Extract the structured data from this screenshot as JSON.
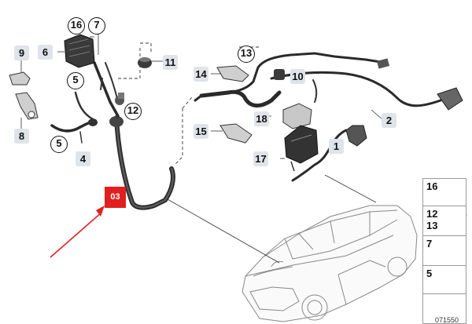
{
  "callouts": {
    "c16": "16",
    "c7a": "7",
    "c6": "6",
    "c9": "9",
    "c11": "11",
    "c5a": "5",
    "c12": "12",
    "c8": "8",
    "c5b": "5",
    "c4": "4",
    "c13": "13",
    "c14": "14",
    "c10": "10",
    "c18": "18",
    "c2": "2",
    "c15": "15",
    "c1": "1",
    "c17": "17"
  },
  "highlight_label": "03",
  "legend": {
    "rows": [
      {
        "nums": [
          "16"
        ],
        "icon": "bolt-cap-icon"
      },
      {
        "nums": [
          "12",
          "13"
        ],
        "icon": "cable-tie-icon"
      },
      {
        "nums": [
          "7"
        ],
        "icon": "screw-icon"
      },
      {
        "nums": [
          "5"
        ],
        "icon": "nut-icon"
      },
      {
        "nums": [],
        "icon": "arrow-indicator-icon"
      }
    ]
  },
  "footer_code": "071550",
  "colors": {
    "highlight": "#e02020",
    "callout_bg": "#dfe3ea",
    "arrow": "#e02020"
  }
}
